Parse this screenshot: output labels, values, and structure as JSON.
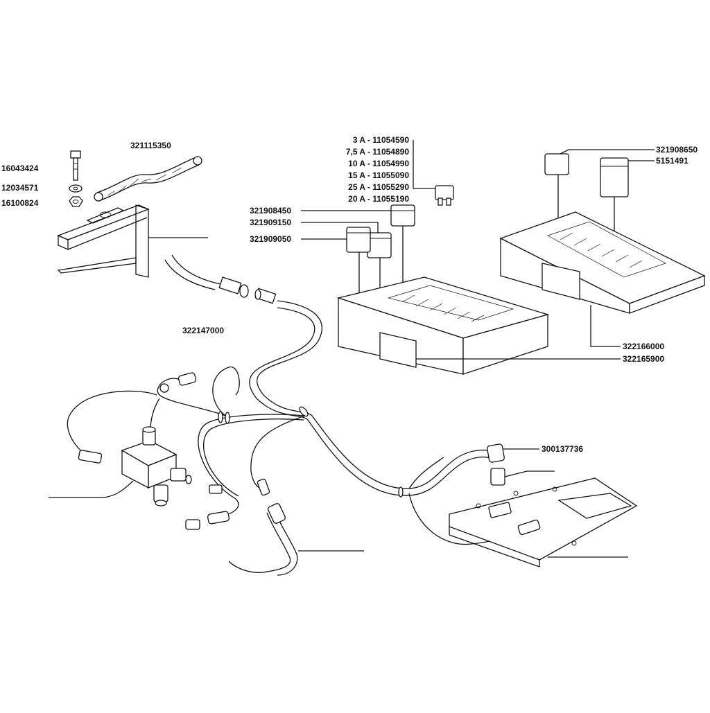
{
  "labels": {
    "bolt": "16043424",
    "washer": "12034571",
    "nut": "16100824",
    "strap": "321115350",
    "harness": "322147000",
    "fuse_3a": "3 A - 11054590",
    "fuse_7_5a": "7,5 A - 11054890",
    "fuse_10a": "10 A - 11054990",
    "fuse_15a": "15 A - 11055090",
    "fuse_25a": "25 A - 11055290",
    "fuse_20a": "20 A - 11055190",
    "relay_a": "321908450",
    "relay_b": "321909150",
    "relay_c": "321909050",
    "relay_d": "321908650",
    "relay_e": "5151491",
    "fusebox_a": "322166000",
    "fusebox_b": "322165900",
    "sender": "300137736"
  }
}
